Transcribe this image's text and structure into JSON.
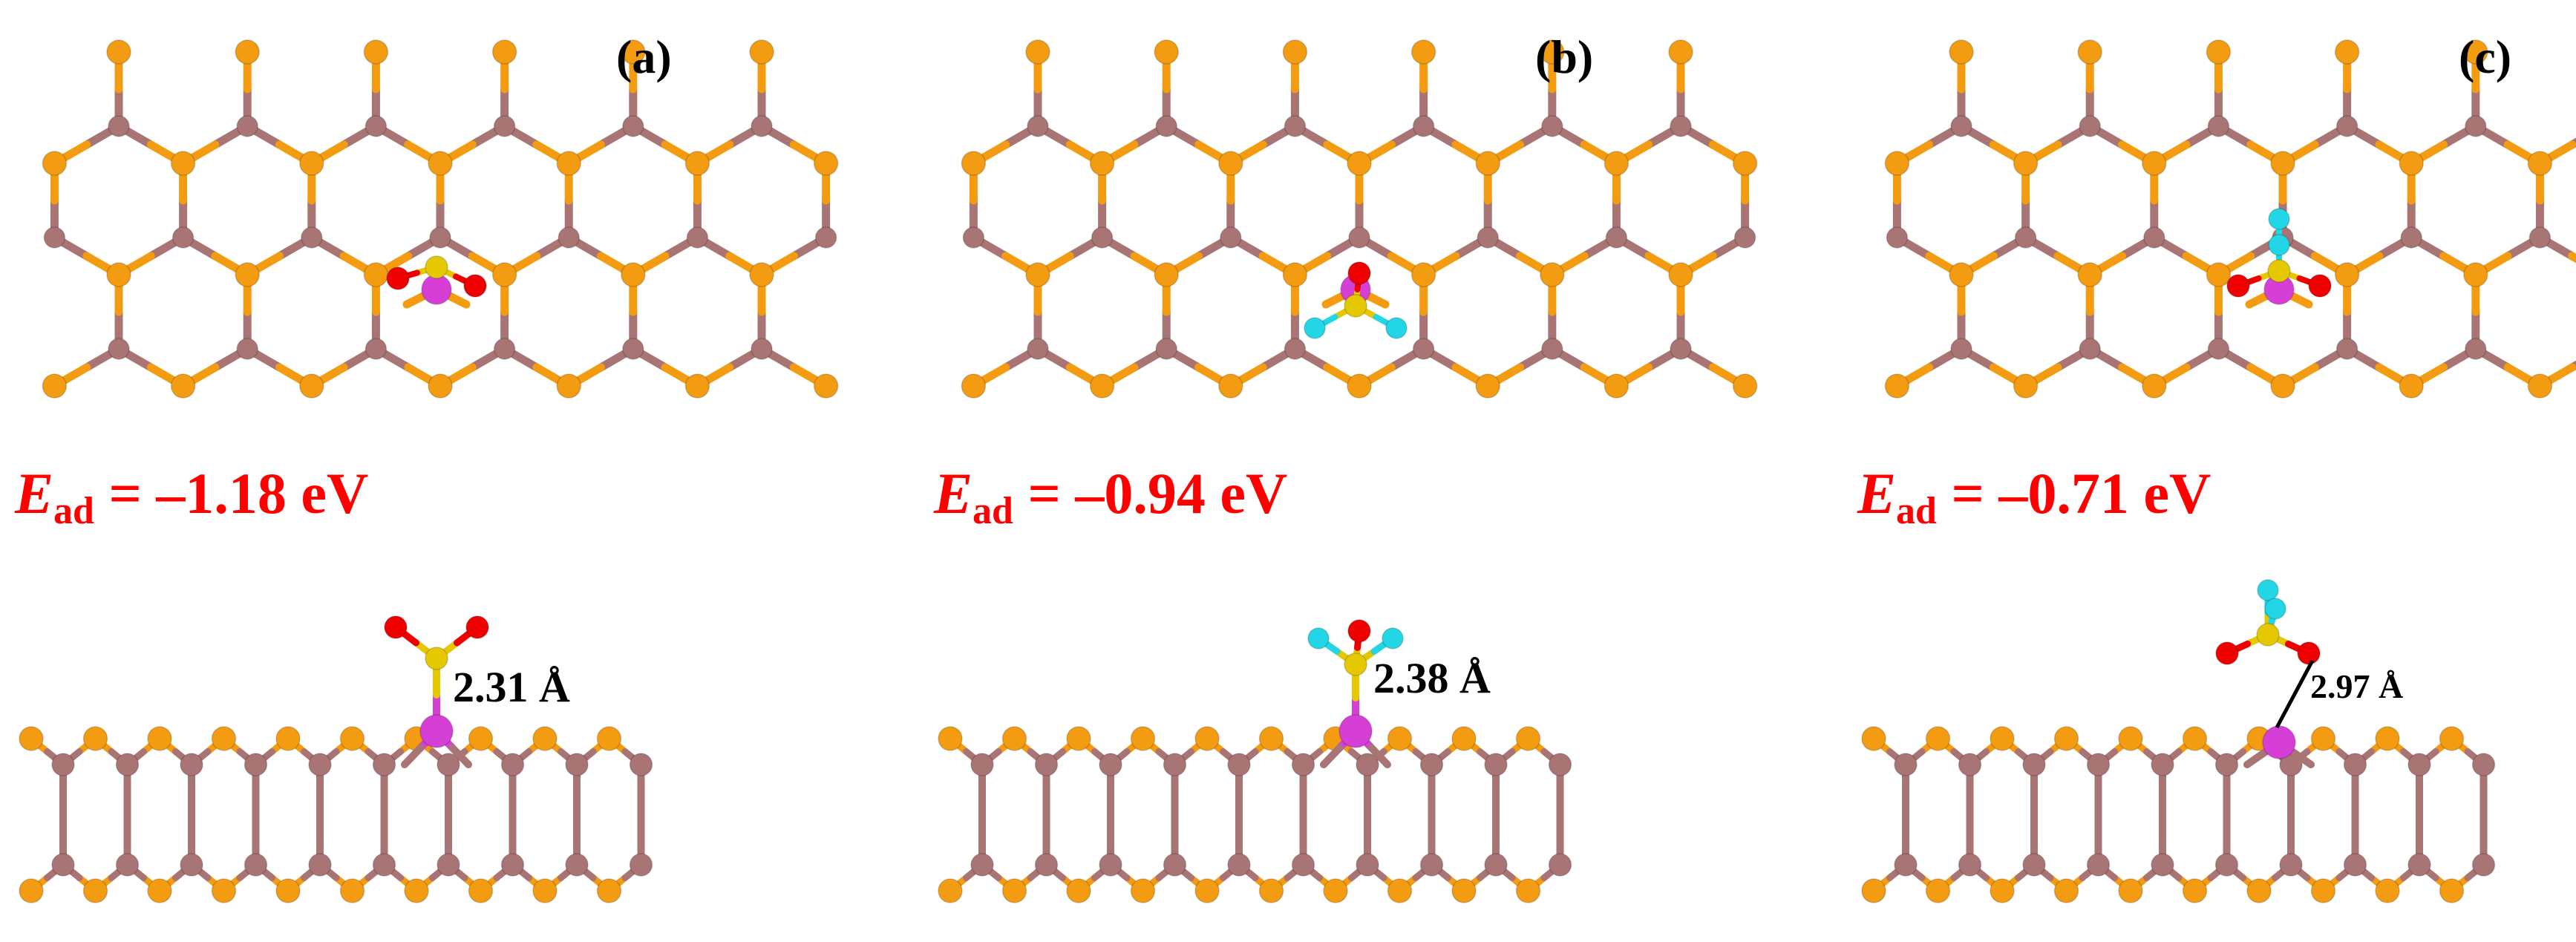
{
  "panels": [
    {
      "id": "a",
      "label": "(a)",
      "energy_symbol": "E",
      "energy_sub": "ad",
      "energy_value": "= –1.18 eV",
      "distance": "2.31 Å",
      "molecule": "SO2",
      "site": "top"
    },
    {
      "id": "b",
      "label": "(b)",
      "energy_symbol": "E",
      "energy_sub": "ad",
      "energy_value": "= –0.94 eV",
      "distance": "2.38 Å",
      "molecule": "SOF2",
      "site": "top"
    },
    {
      "id": "c",
      "label": "(c)",
      "energy_symbol": "E",
      "energy_sub": "ad",
      "energy_value": "= –0.71 eV",
      "distance": "2.97 Å",
      "molecule": "SO2F2",
      "site": "top"
    }
  ],
  "colors": {
    "lattice_a": "#f39c12",
    "lattice_b": "#a97474",
    "dopant": "#d63fd6",
    "sulfur": "#e5c800",
    "oxygen": "#ee0000",
    "fluorine": "#22d6e6",
    "energy_text": "#ff0000"
  }
}
